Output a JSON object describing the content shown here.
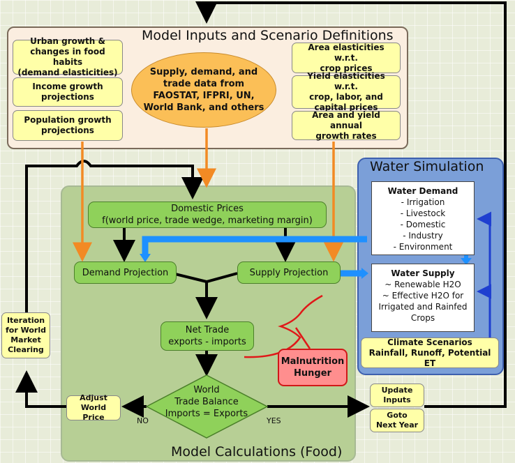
{
  "inputs": {
    "title": "Model Inputs and Scenario Definitions",
    "urban_lines": [
      "Urban growth &",
      "changes in food habits",
      "(demand elasticities)"
    ],
    "income_lines": [
      "Income growth",
      "projections"
    ],
    "population_lines": [
      "Population growth",
      "projections"
    ],
    "data_source_lines": [
      "Supply, demand, and",
      "trade data from",
      "FAOSTAT, IFPRI, UN,",
      "World Bank, and others"
    ],
    "area_elasticities_lines": [
      "Area elasticities w.r.t.",
      "crop prices"
    ],
    "yield_elasticities_lines": [
      "Yield elasticities w.r.t.",
      "crop, labor, and",
      "capital prices"
    ],
    "area_yield_growth_lines": [
      "Area and yield annual",
      "growth rates"
    ]
  },
  "calc": {
    "title": "Model Calculations (Food)",
    "domestic_prices_lines": [
      "Domestic Prices",
      "f(world price, trade wedge, marketing margin)"
    ],
    "demand_projection": "Demand Projection",
    "supply_projection": "Supply Projection",
    "net_trade_lines": [
      "Net Trade",
      "exports - imports"
    ],
    "trade_balance_lines": [
      "World",
      "Trade Balance",
      "Imports = Exports"
    ],
    "adjust_price_lines": [
      "Adjust",
      "World Price"
    ],
    "no_label": "NO",
    "yes_label": "YES",
    "malnutrition_lines": [
      "Malnutrition",
      "Hunger"
    ]
  },
  "water": {
    "title": "Water Simulation",
    "demand_title": "Water Demand",
    "demand_items": [
      "- Irrigation",
      "- Livestock",
      "- Domestic",
      "- Industry",
      "- Environment"
    ],
    "supply_title": "Water Supply",
    "supply_items": [
      "~ Renewable H2O",
      "~ Effective H2O for",
      "Irrigated and Rainfed",
      "Crops"
    ],
    "climate_lines": [
      "Climate Scenarios",
      "Rainfall, Runoff, Potential ET"
    ]
  },
  "iteration_lines": [
    "Iteration",
    "for World",
    "Market",
    "Clearing"
  ],
  "update_inputs_lines": [
    "Update",
    "Inputs"
  ],
  "goto_next_year_lines": [
    "Goto",
    "Next Year"
  ],
  "colors": {
    "green_box": "#8fd15a",
    "yellow_box": "#ffffa8",
    "orange": "#f28a24",
    "water_blue": "#7b9fd8",
    "arrow_blue": "#1e90ff",
    "red": "#e01818"
  }
}
